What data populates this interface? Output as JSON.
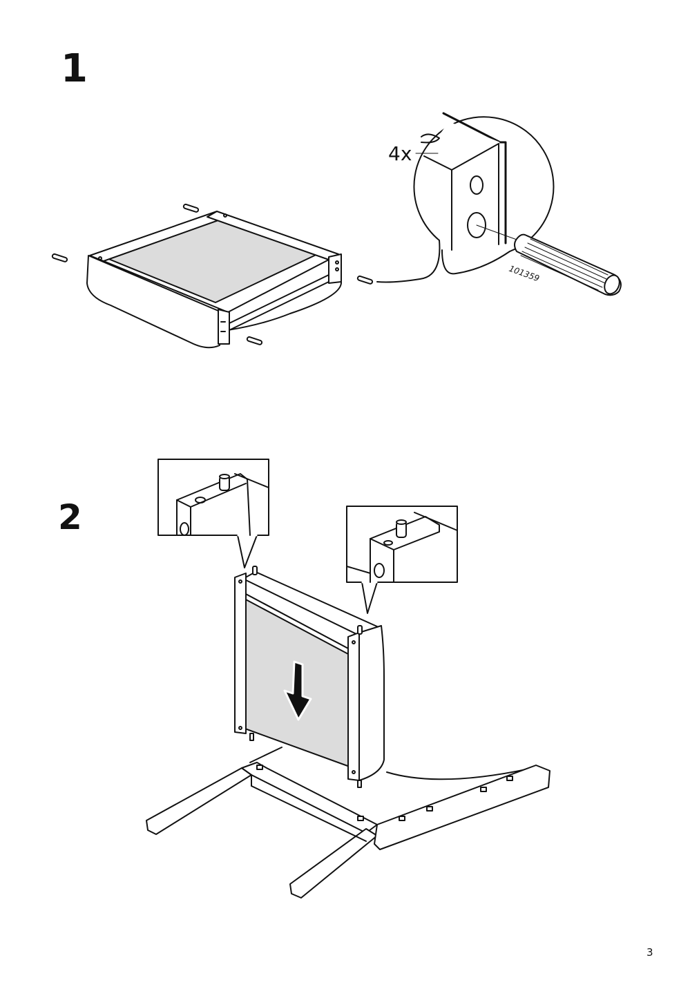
{
  "steps": [
    {
      "number": "1",
      "quantity": "4x",
      "part_number": "101359"
    },
    {
      "number": "2"
    }
  ],
  "page_number": "3"
}
